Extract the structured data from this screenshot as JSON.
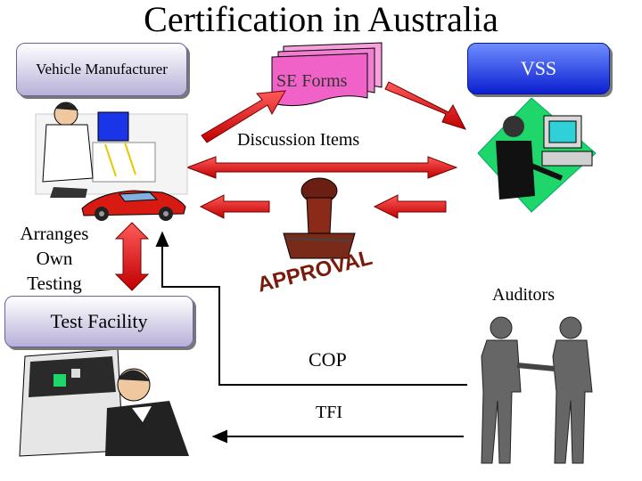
{
  "title": "Certification in Australia",
  "boxes": {
    "vehicle_manufacturer": "Vehicle Manufacturer",
    "vss": "VSS",
    "test_facility": "Test Facility"
  },
  "labels": {
    "se_forms": "SE Forms",
    "discussion_items": "Discussion Items",
    "arranges_own_testing": "Arranges\nOwn\nTesting",
    "auditors": "Auditors",
    "cop": "COP",
    "tfi": "TFI",
    "approval": "APPROVAL"
  },
  "colors": {
    "arrow_red": "#e01010",
    "vss_blue": "#1a35e8",
    "form_pink": "#f062c8",
    "diamond_green": "#1fd66a"
  }
}
